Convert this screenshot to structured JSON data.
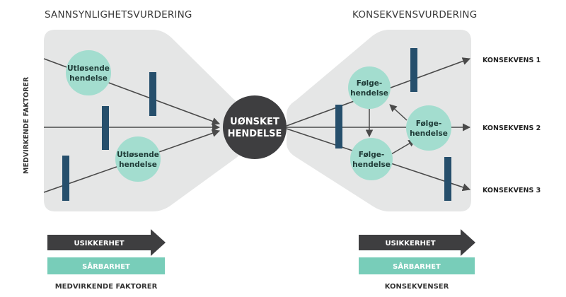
{
  "headers": {
    "left": "SANNSYNLIGHETSVURDERING",
    "right": "KONSEKVENSVURDERING"
  },
  "side_label": "MEDVIRKENDE FAKTORER",
  "center_event": {
    "line1": "UØNSKET",
    "line2": "HENDELSE"
  },
  "left_nodes": [
    {
      "line1": "Utløsende",
      "line2": "hendelse"
    },
    {
      "line1": "Utløsende",
      "line2": "hendelse"
    }
  ],
  "right_nodes": [
    {
      "line1": "Følge-",
      "line2": "hendelse"
    },
    {
      "line1": "Følge-",
      "line2": "hendelse"
    },
    {
      "line1": "Følge-",
      "line2": "hendelse"
    }
  ],
  "consequences": [
    "KONSEKVENS 1",
    "KONSEKVENS 2",
    "KONSEKVENS 3"
  ],
  "left_footer": {
    "arrow_label": "USIKKERHET",
    "bar_label": "SÅRBARHET",
    "caption": "MEDVIRKENDE FAKTORER"
  },
  "right_footer": {
    "arrow_label": "USIKKERHET",
    "bar_label": "SÅRBARHET",
    "caption": "KONSEKVENSER"
  },
  "colors": {
    "panel": "#e5e6e6",
    "node": "#a3ddcf",
    "barrier": "#264f6c",
    "center": "#3e3e40",
    "arrow": "#3e3e40",
    "footer_bar": "#78cdb9",
    "line": "#4a4a4a"
  }
}
